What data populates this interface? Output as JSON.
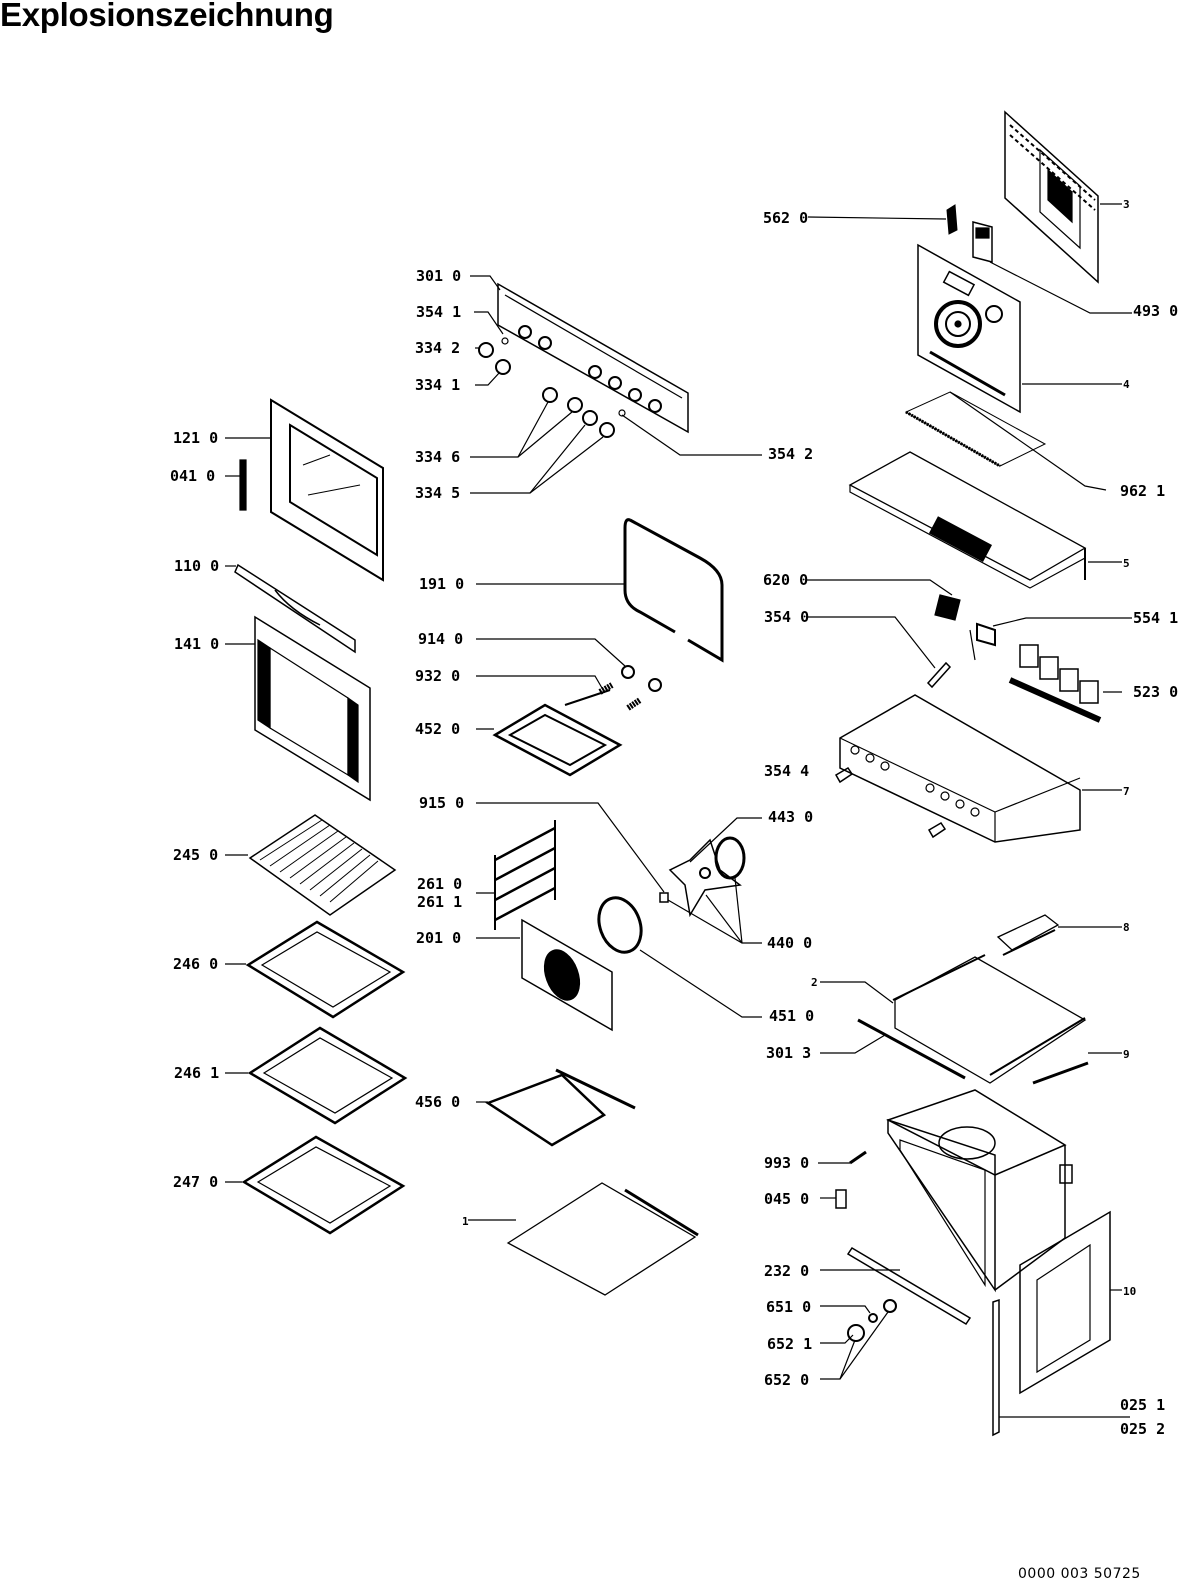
{
  "title": "Explosionszeichnung",
  "footer_code": "0000 003 50725",
  "labels": {
    "l562_0": "562 0",
    "l301_0": "301 0",
    "l354_1": "354 1",
    "l334_2": "334 2",
    "l334_1": "334 1",
    "l493_0": "493 0",
    "l121_0": "121 0",
    "l041_0": "041 0",
    "l334_6": "334 6",
    "l354_2": "354 2",
    "l334_5": "334 5",
    "l962_1": "962 1",
    "l110_0": "110 0",
    "l191_0": "191 0",
    "l620_0": "620 0",
    "l354_0": "354 0",
    "l554_1": "554 1",
    "l141_0": "141 0",
    "l914_0": "914 0",
    "l932_0": "932 0",
    "l452_0": "452 0",
    "l523_0": "523 0",
    "l354_4": "354 4",
    "l915_0": "915 0",
    "l443_0": "443 0",
    "l245_0": "245 0",
    "l261_0": "261 0",
    "l261_1": "261 1",
    "l201_0": "201 0",
    "l440_0": "440 0",
    "l246_0": "246 0",
    "l451_0": "451 0",
    "l301_3": "301 3",
    "l246_1": "246 1",
    "l456_0": "456 0",
    "l247_0": "247 0",
    "l993_0": "993 0",
    "l045_0": "045 0",
    "l232_0": "232 0",
    "l651_0": "651 0",
    "l652_1": "652 1",
    "l652_0": "652 0",
    "l025_1": "025 1",
    "l025_2": "025 2",
    "n1": "1",
    "n2": "2",
    "n3": "3",
    "n4": "4",
    "n5": "5",
    "n7": "7",
    "n8": "8",
    "n9": "9",
    "n10": "10"
  }
}
